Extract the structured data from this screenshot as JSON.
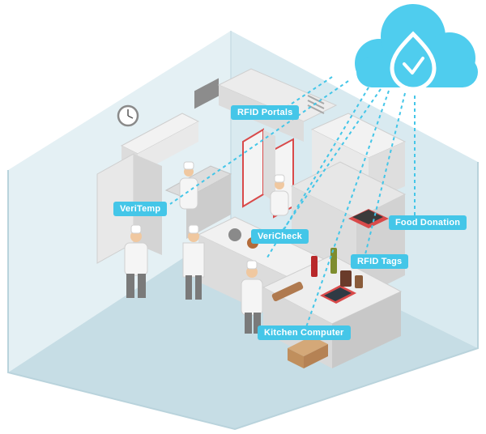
{
  "labels": {
    "rfid_portals": "RFID Portals",
    "veritemp": "VeriTemp",
    "vericheck": "VeriCheck",
    "food_donation": "Food Donation",
    "rfid_tags": "RFID Tags",
    "kitchen_computer": "Kitchen Computer"
  },
  "colors": {
    "accent": "#44c6e8",
    "cloud": "#4fcdee",
    "room_floor": "#cfe3ea",
    "room_wall": "#e3eff3",
    "counter": "#e6e6e6",
    "tag_red": "#d94a4a"
  },
  "icons": {
    "cloud": "cloud-icon",
    "logo": "droplet-check-icon"
  }
}
